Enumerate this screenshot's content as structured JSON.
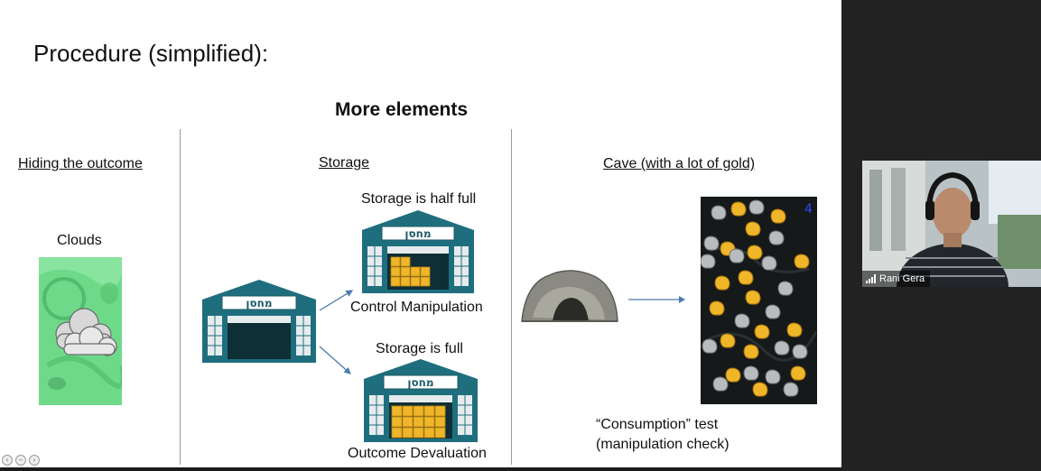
{
  "slide": {
    "title": "Procedure (simplified):",
    "subtitle": "More elements",
    "col1": {
      "heading": "Hiding the outcome",
      "label": "Clouds"
    },
    "col2": {
      "heading": "Storage",
      "sign": "מחסן",
      "top_caption": "Storage is half full",
      "top_label": "Control Manipulation",
      "bottom_caption": "Storage is full",
      "bottom_label": "Outcome Devaluation"
    },
    "col3": {
      "heading": "Cave (with a lot of gold)",
      "counter": "4",
      "test_line1": "“Consumption” test",
      "test_line2": "(manipulation check)"
    }
  },
  "participant": {
    "name": "Rani Gera"
  },
  "colors": {
    "warehouse": "#1f6e7e",
    "gold": "#f0b62a",
    "cloud_bg": "#6fd98a",
    "cave": "#7a7a74"
  }
}
